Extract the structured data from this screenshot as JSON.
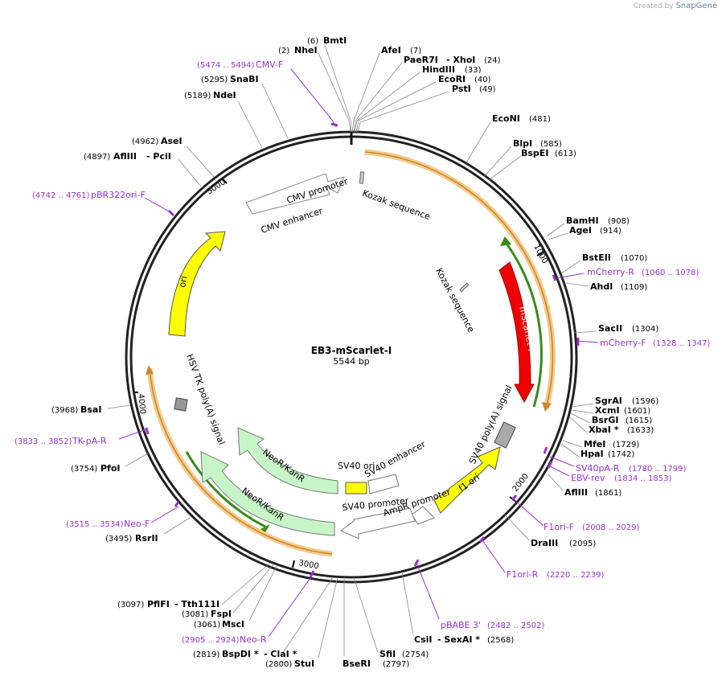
{
  "brand": {
    "prefix": "Created by",
    "name": "SnapGene"
  },
  "plasmid": {
    "name": "EB3-mScarlet-I",
    "size": "5544 bp"
  },
  "ticks": [
    "1000",
    "2000",
    "3000",
    "4000",
    "5000"
  ],
  "features": [
    {
      "id": "cmv-promoter",
      "label": "CMV promoter"
    },
    {
      "id": "cmv-enhancer",
      "label": "CMV enhancer"
    },
    {
      "id": "kozak-1",
      "label": "Kozak sequence"
    },
    {
      "id": "kozak-2",
      "label": "Kozak sequence"
    },
    {
      "id": "mscarlet",
      "label": "mScarlet-I"
    },
    {
      "id": "sv40-polya",
      "label": "SV40 poly(A) signal"
    },
    {
      "id": "f1-ori",
      "label": "f1 ori"
    },
    {
      "id": "ampr-promoter",
      "label": "AmpR promoter"
    },
    {
      "id": "sv40-promoter",
      "label": "SV40 promoter"
    },
    {
      "id": "sv40-ori",
      "label": "SV40 ori"
    },
    {
      "id": "sv40-enhancer",
      "label": "SV40 enhancer"
    },
    {
      "id": "neo-1",
      "label": "NeoR/KanR"
    },
    {
      "id": "neo-2",
      "label": "NeoR/KanR"
    },
    {
      "id": "hsv-polya",
      "label": "HSV TK poly(A) signal"
    },
    {
      "id": "ori",
      "label": "ori"
    }
  ],
  "sites": [
    {
      "id": "bmti",
      "pos": "(6)",
      "name": "BmtI"
    },
    {
      "id": "nhei",
      "pos": "(2)",
      "name": "NheI"
    },
    {
      "id": "afei",
      "name": "AfeI",
      "pos": "(7)"
    },
    {
      "id": "paer7i",
      "name": "PaeR7I",
      "extra": "- XhoI",
      "pos": "(24)"
    },
    {
      "id": "hindiii",
      "name": "HindIII",
      "pos": "(33)"
    },
    {
      "id": "ecori",
      "name": "EcoRI",
      "pos": "(40)"
    },
    {
      "id": "psti",
      "name": "PstI",
      "pos": "(49)"
    },
    {
      "id": "econi",
      "name": "EcoNI",
      "pos": "(481)"
    },
    {
      "id": "blpi",
      "name": "BlpI",
      "pos": "(585)"
    },
    {
      "id": "bspei",
      "name": "BspEI",
      "pos": "(613)"
    },
    {
      "id": "bamhi",
      "name": "BamHI",
      "pos": "(908)"
    },
    {
      "id": "agei",
      "name": "AgeI",
      "pos": "(914)"
    },
    {
      "id": "bsteii",
      "name": "BstEII",
      "pos": "(1070)"
    },
    {
      "id": "ahdi",
      "name": "AhdI",
      "pos": "(1109)"
    },
    {
      "id": "sacii",
      "name": "SacII",
      "pos": "(1304)"
    },
    {
      "id": "sgrai",
      "name": "SgrAI",
      "pos": "(1596)"
    },
    {
      "id": "xcmi",
      "name": "XcmI",
      "pos": "(1601)"
    },
    {
      "id": "bsrgi",
      "name": "BsrGI",
      "pos": "(1615)"
    },
    {
      "id": "xbai",
      "name": "XbaI *",
      "pos": "(1633)"
    },
    {
      "id": "mfei",
      "name": "MfeI",
      "pos": "(1729)"
    },
    {
      "id": "hpai",
      "name": "HpaI",
      "pos": "(1742)"
    },
    {
      "id": "afliii-r",
      "name": "AflIII",
      "pos": "(1861)"
    },
    {
      "id": "draiii",
      "name": "DraIII",
      "pos": "(2095)"
    },
    {
      "id": "csii",
      "name": "CsiI",
      "extra": "- SexAI *",
      "pos": "(2568)"
    },
    {
      "id": "sfii",
      "name": "SfiI",
      "pos": "(2754)"
    },
    {
      "id": "bseri",
      "name": "BseRI",
      "pos": "(2797)"
    },
    {
      "id": "stui",
      "name": "StuI",
      "pos": "(2800)"
    },
    {
      "id": "bspdi",
      "name": "BspDI *",
      "extra": "- ClaI *",
      "pos": "(2819)"
    },
    {
      "id": "msci",
      "name": "MscI",
      "pos": "(3061)"
    },
    {
      "id": "fspi",
      "name": "FspI",
      "pos": "(3081)"
    },
    {
      "id": "pflfi",
      "name": "PflFI",
      "extra": "- Tth111I",
      "pos": "(3097)"
    },
    {
      "id": "rsrii",
      "name": "RsrII",
      "pos": "(3495)"
    },
    {
      "id": "pfoi",
      "name": "PfoI",
      "pos": "(3754)"
    },
    {
      "id": "bsai",
      "name": "BsaI",
      "pos": "(3968)"
    },
    {
      "id": "afliii-l",
      "name": "AflIII",
      "extra": "- PciI",
      "pos": "(4897)"
    },
    {
      "id": "asei",
      "name": "AseI",
      "pos": "(4962)"
    },
    {
      "id": "ndei",
      "name": "NdeI",
      "pos": "(5189)"
    },
    {
      "id": "snabi",
      "name": "SnaBI",
      "pos": "(5295)"
    }
  ],
  "primers": [
    {
      "id": "cmv-f",
      "range": "(5474 .. 5494)",
      "name": "CMV-F"
    },
    {
      "id": "mcherry-r",
      "name": "mCherry-R",
      "range": "(1060 .. 1078)"
    },
    {
      "id": "mcherry-f",
      "name": "mCherry-F",
      "range": "(1328 .. 1347)"
    },
    {
      "id": "sv40pa-r",
      "name": "SV40pA-R",
      "range": "(1780 .. 1799)"
    },
    {
      "id": "ebv-rev",
      "name": "EBV-rev",
      "range": "(1834 .. 1853)"
    },
    {
      "id": "f1ori-f",
      "name": "F1ori-F",
      "range": "(2008 .. 2029)"
    },
    {
      "id": "f1ori-r",
      "name": "F1ori-R",
      "range": "(2220 .. 2239)"
    },
    {
      "id": "pbabe3",
      "name": "pBABE 3'",
      "range": "(2482 .. 2502)"
    },
    {
      "id": "neo-r",
      "range": "(2905 .. 2924)",
      "name": "Neo-R"
    },
    {
      "id": "neo-f",
      "range": "(3515 .. 3534)",
      "name": "Neo-F"
    },
    {
      "id": "tk-pa-r",
      "range": "(3833 .. 3852)",
      "name": "TK-pA-R"
    },
    {
      "id": "pbr322ori-f",
      "range": "(4742 .. 4761)",
      "name": "pBR322ori-F"
    }
  ],
  "colors": {
    "backbone": "#222222",
    "orf_highlight": "#f5c98a",
    "orf_core": "#c68a2a",
    "green_arrow": "#3a8a1a",
    "red_feature": "#ee0000",
    "yellow_feature": "#ffff00",
    "neo_feature": "#c8f5c8",
    "primer": "#9933cc"
  }
}
